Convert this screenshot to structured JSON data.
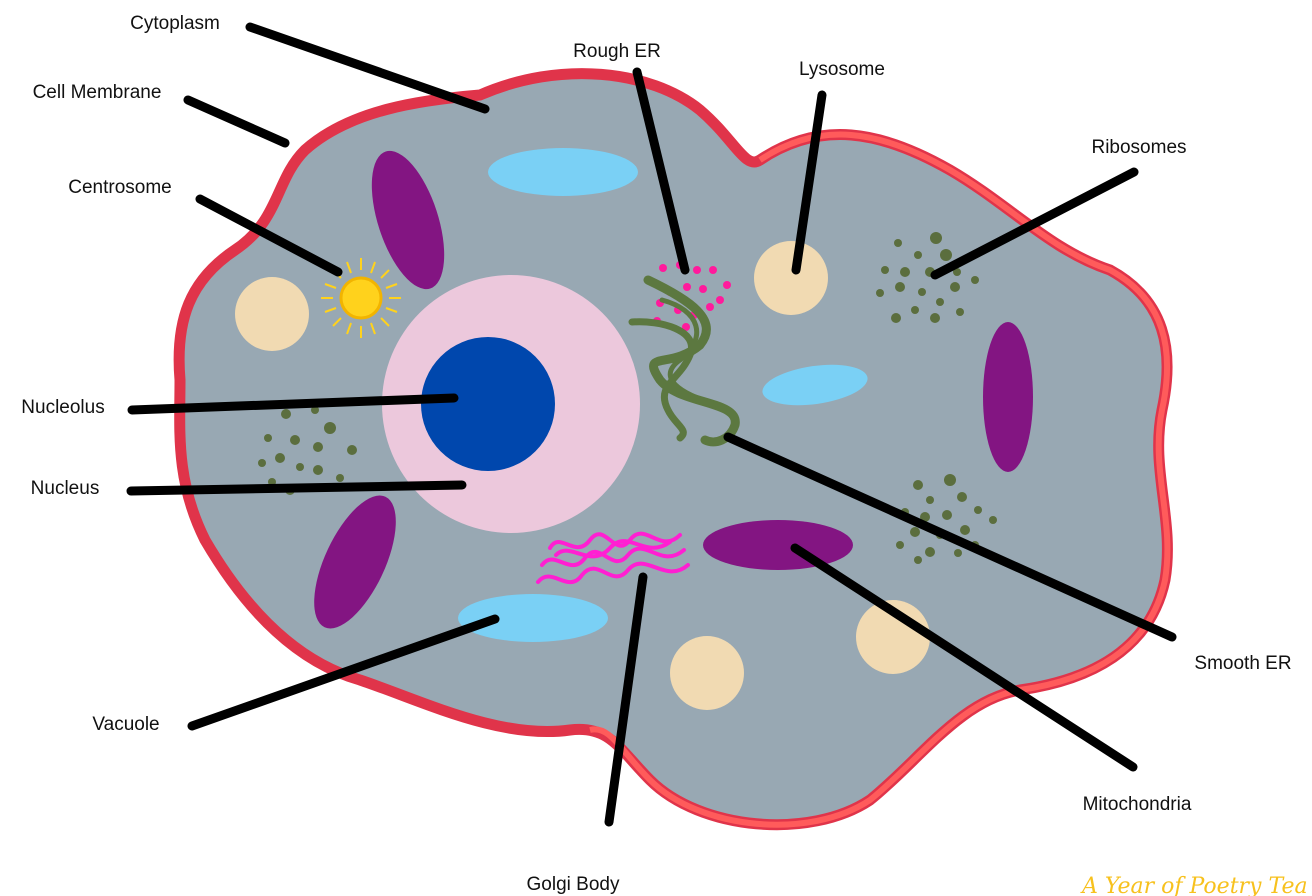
{
  "diagram": {
    "labels": {
      "cytoplasm": "Cytoplasm",
      "rough_er": "Rough ER",
      "lysosome": "Lysosome",
      "cell_membrane": "Cell Membrane",
      "ribosomes": "Ribosomes",
      "centrosome": "Centrosome",
      "nucleolus": "Nucleolus",
      "nucleus": "Nucleus",
      "smooth_er": "Smooth ER",
      "vacuole": "Vacuole",
      "mitochondria": "Mitochondria",
      "golgi_body": "Golgi Body"
    },
    "watermark": "A Year of Poetry Tea"
  },
  "colors": {
    "membrane": "#e0344a",
    "membrane_light": "#ff5b5b",
    "cytoplasm": "#98a8b3",
    "nucleus": "#ecc8dc",
    "nucleolus": "#0047ad",
    "mitochondria": "#831582",
    "vacuole": "#7ad0f5",
    "lysosome": "#f1dab2",
    "ribosome": "#5b6e3e",
    "rough_er_dots": "#ff1a9c",
    "er": "#5c7840",
    "golgi": "#ff1fd2",
    "centrosome": "#ffd21c",
    "leader": "#000000",
    "watermark": "#f7c11d"
  }
}
